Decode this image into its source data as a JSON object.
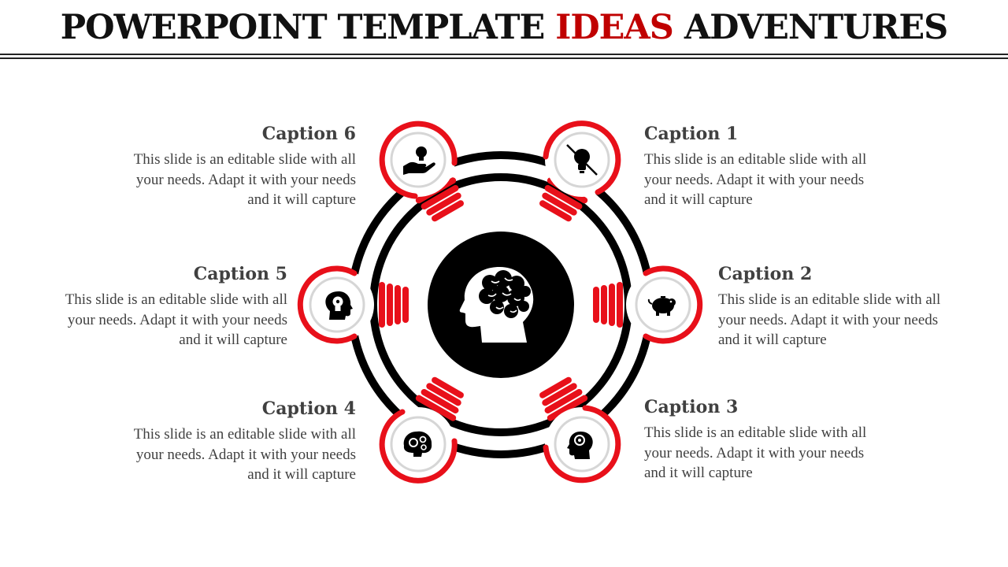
{
  "title": {
    "part1": "POWERPOINT TEMPLATE ",
    "highlight": "IDEAS",
    "part2": " ADVENTURES"
  },
  "colors": {
    "accent": "#c00000",
    "ring_red": "#e8101a",
    "dark": "#000000",
    "text": "#404040"
  },
  "center_icon": "brain-head-icon",
  "captions": [
    {
      "title": "Caption 1",
      "text": "This slide is an editable slide with all your needs. Adapt it with your needs and it will capture",
      "icon": "no-idea-bulb-icon"
    },
    {
      "title": "Caption 2",
      "text": "This slide is an editable slide with all your needs. Adapt it with your needs and it will capture",
      "icon": "piggy-bank-icon"
    },
    {
      "title": "Caption 3",
      "text": "This slide is an editable slide with all your needs. Adapt it with your needs and it will capture",
      "icon": "head-mind-icon"
    },
    {
      "title": "Caption 4",
      "text": "This slide is an editable slide with all your needs. Adapt it with your needs and it will capture",
      "icon": "brain-gears-icon"
    },
    {
      "title": "Caption 5",
      "text": "This slide is an editable slide with all your needs. Adapt it with your needs and it will capture",
      "icon": "head-bulb-icon"
    },
    {
      "title": "Caption 6",
      "text": "This slide is an editable slide with all your needs. Adapt it with your needs and it will capture",
      "icon": "hand-bulb-icon"
    }
  ]
}
